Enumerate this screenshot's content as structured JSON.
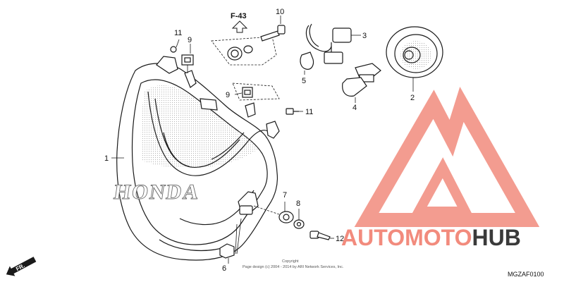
{
  "reference": {
    "label": "F-43"
  },
  "callouts": [
    {
      "id": "1",
      "label": "1"
    },
    {
      "id": "2",
      "label": "2"
    },
    {
      "id": "3",
      "label": "3"
    },
    {
      "id": "4",
      "label": "4"
    },
    {
      "id": "5",
      "label": "5"
    },
    {
      "id": "6",
      "label": "6"
    },
    {
      "id": "7",
      "label": "7"
    },
    {
      "id": "8",
      "label": "8"
    },
    {
      "id": "9a",
      "label": "9"
    },
    {
      "id": "9b",
      "label": "9"
    },
    {
      "id": "10",
      "label": "10"
    },
    {
      "id": "11a",
      "label": "11"
    },
    {
      "id": "11b",
      "label": "11"
    },
    {
      "id": "12",
      "label": "12"
    }
  ],
  "direction": {
    "label": "FR."
  },
  "brand_mark": "HONDA",
  "copyright": {
    "line1": "Copyright",
    "line2": "Page design (c) 2004 - 2014 by ARI Network Services, Inc."
  },
  "diagram_code": "MGZAF0100",
  "watermark": {
    "text_prefix": "AUTOMOTO",
    "text_suffix": "HUB",
    "prefix_color": "#f28b7d",
    "suffix_color": "#3a3a3a",
    "logo_color": "#f28b7d"
  }
}
